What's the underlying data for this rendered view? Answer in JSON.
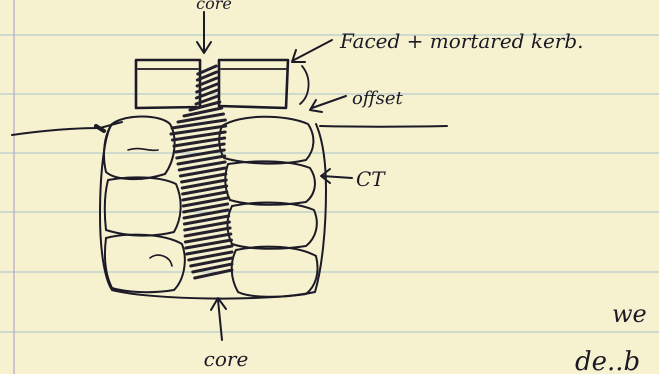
{
  "colors": {
    "paper": "#f6f1cf",
    "rule_line": "#a8c2cd",
    "margin_line": "#b7a7c9",
    "ink": "#1c1a26",
    "hatch_ink": "#24202c"
  },
  "labels": {
    "core_top": "core",
    "kerb": "Faced + mortared kerb.",
    "offset": "offset",
    "ct": "CT",
    "core_bottom": "core",
    "margin_note_1": "we",
    "margin_note_2": "de..b"
  }
}
